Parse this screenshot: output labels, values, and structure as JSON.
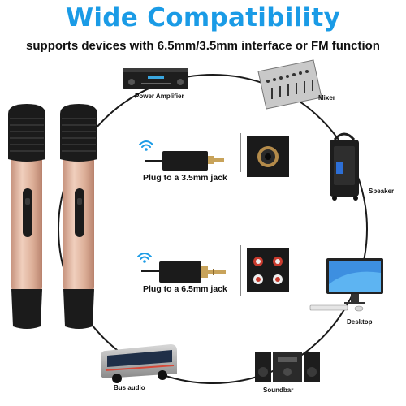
{
  "header": {
    "title": "Wide Compatibility",
    "subtitle": "supports devices with 6.5mm/3.5mm interface or FM function"
  },
  "devices": {
    "power_amplifier": "Power Amplifier",
    "mixer": "Mixer",
    "speaker": "Speaker",
    "desktop": "Desktop",
    "soundbar": "Soundbar",
    "bus_audio": "Bus audio"
  },
  "receivers": {
    "small_jack_label": "Plug to a 3.5mm jack",
    "large_jack_label": "Plug to a 6.5mm jack"
  },
  "colors": {
    "title_blue": "#1a9be6",
    "mic_rose_gold": "#e2b9a4",
    "mic_grille": "#1b1b1b",
    "circle": "#1a1a1a"
  },
  "icons": [
    "wifi-icon",
    "microphone-icon",
    "receiver-icon",
    "jack-plug-icon"
  ]
}
